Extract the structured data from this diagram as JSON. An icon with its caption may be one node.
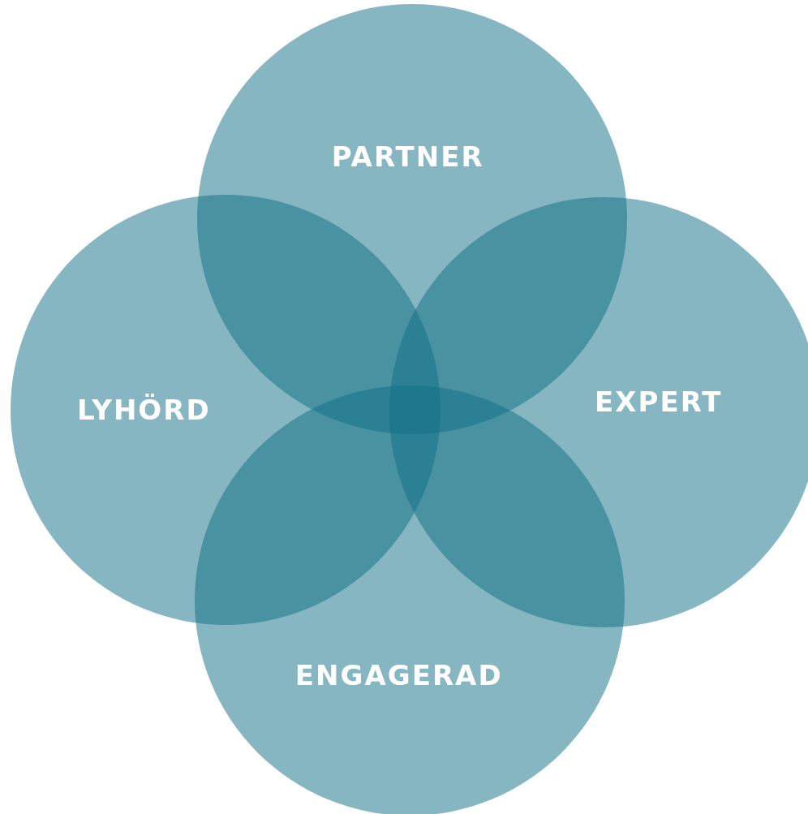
{
  "diagram": {
    "nodes": [
      {
        "text": [
          "PARTNER"
        ]
      },
      {
        "text": [
          "LYHÖRD"
        ]
      },
      {
        "text": [
          "EXPERT"
        ]
      },
      {
        "text": [
          "ENGAGERAD"
        ]
      }
    ]
  }
}
